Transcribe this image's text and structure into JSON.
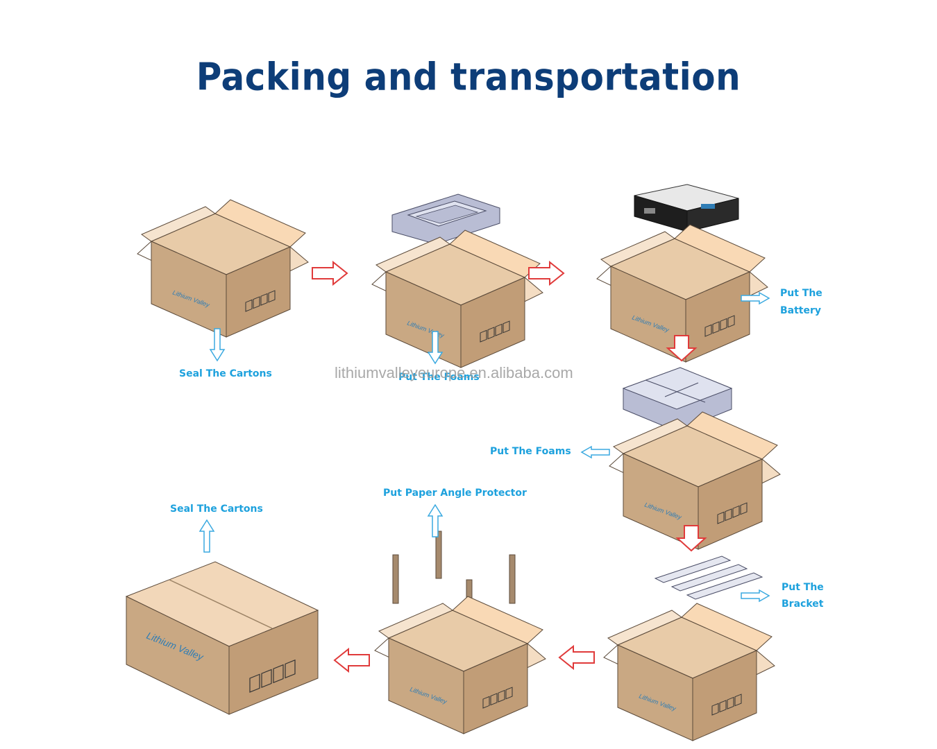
{
  "title": "Packing and transportation",
  "watermark": "lithiumvalleyeurope.en.alibaba.com",
  "box_brand": "Lithium Valley",
  "steps": {
    "seal_cartons_top": "Seal The Cartons",
    "put_foams_top": "Put The Foams",
    "put_the": "Put The",
    "battery": "Battery",
    "put_foams_middle": "Put The Foams",
    "bracket": "Bracket",
    "put_paper_angle_protector": "Put Paper Angle Protector",
    "seal_cartons_bottom": "Seal The Cartons"
  },
  "colors": {
    "title": "#0d3d78",
    "label": "#1da1dd",
    "flow_arrow": "#e03a3a",
    "label_arrow": "#3aa9e0",
    "carton": "#c9a883",
    "carton_light": "#f2d7b9",
    "foam": "#b9bdd4",
    "battery": "#1e1e1e"
  }
}
